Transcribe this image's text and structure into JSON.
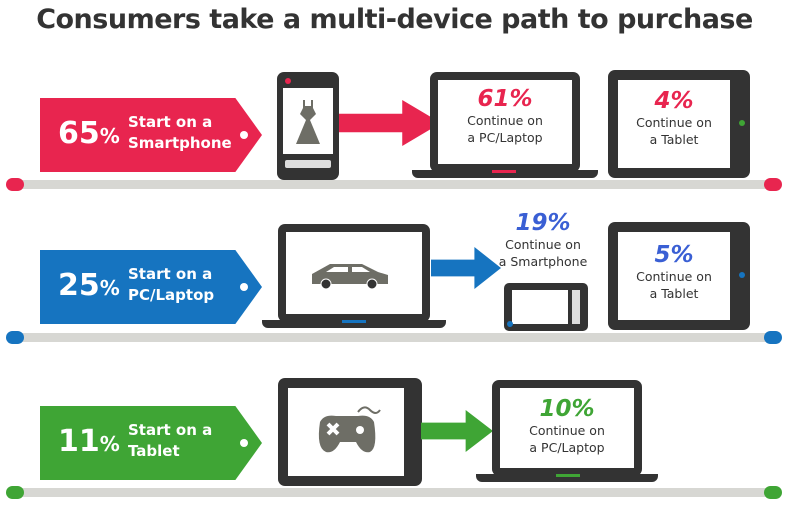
{
  "title": "Consumers take a multi-device path to purchase",
  "colors": {
    "red": "#e8254f",
    "blue": "#1674c0",
    "green": "#3fa535",
    "pct_blue": "#3a5fd4",
    "dark": "#333333",
    "rail": "#d7d7d3"
  },
  "rows": [
    {
      "start_pct": "65",
      "pct_sign": "%",
      "start_label": [
        "Start on a",
        "Smartphone"
      ],
      "start_icon": "dress-icon",
      "continues": [
        {
          "pct": "61%",
          "label": [
            "Continue on",
            "a PC/Laptop"
          ]
        },
        {
          "pct": "4%",
          "label": [
            "Continue on",
            "a Tablet"
          ]
        }
      ]
    },
    {
      "start_pct": "25",
      "pct_sign": "%",
      "start_label": [
        "Start on a",
        "PC/Laptop"
      ],
      "start_icon": "car-icon",
      "continues": [
        {
          "pct": "19%",
          "label": [
            "Continue on",
            "a Smartphone"
          ]
        },
        {
          "pct": "5%",
          "label": [
            "Continue on",
            "a Tablet"
          ]
        }
      ]
    },
    {
      "start_pct": "11",
      "pct_sign": "%",
      "start_label": [
        "Start on a",
        "Tablet"
      ],
      "start_icon": "gamepad-icon",
      "continues": [
        {
          "pct": "10%",
          "label": [
            "Continue on",
            "a PC/Laptop"
          ]
        }
      ]
    }
  ]
}
